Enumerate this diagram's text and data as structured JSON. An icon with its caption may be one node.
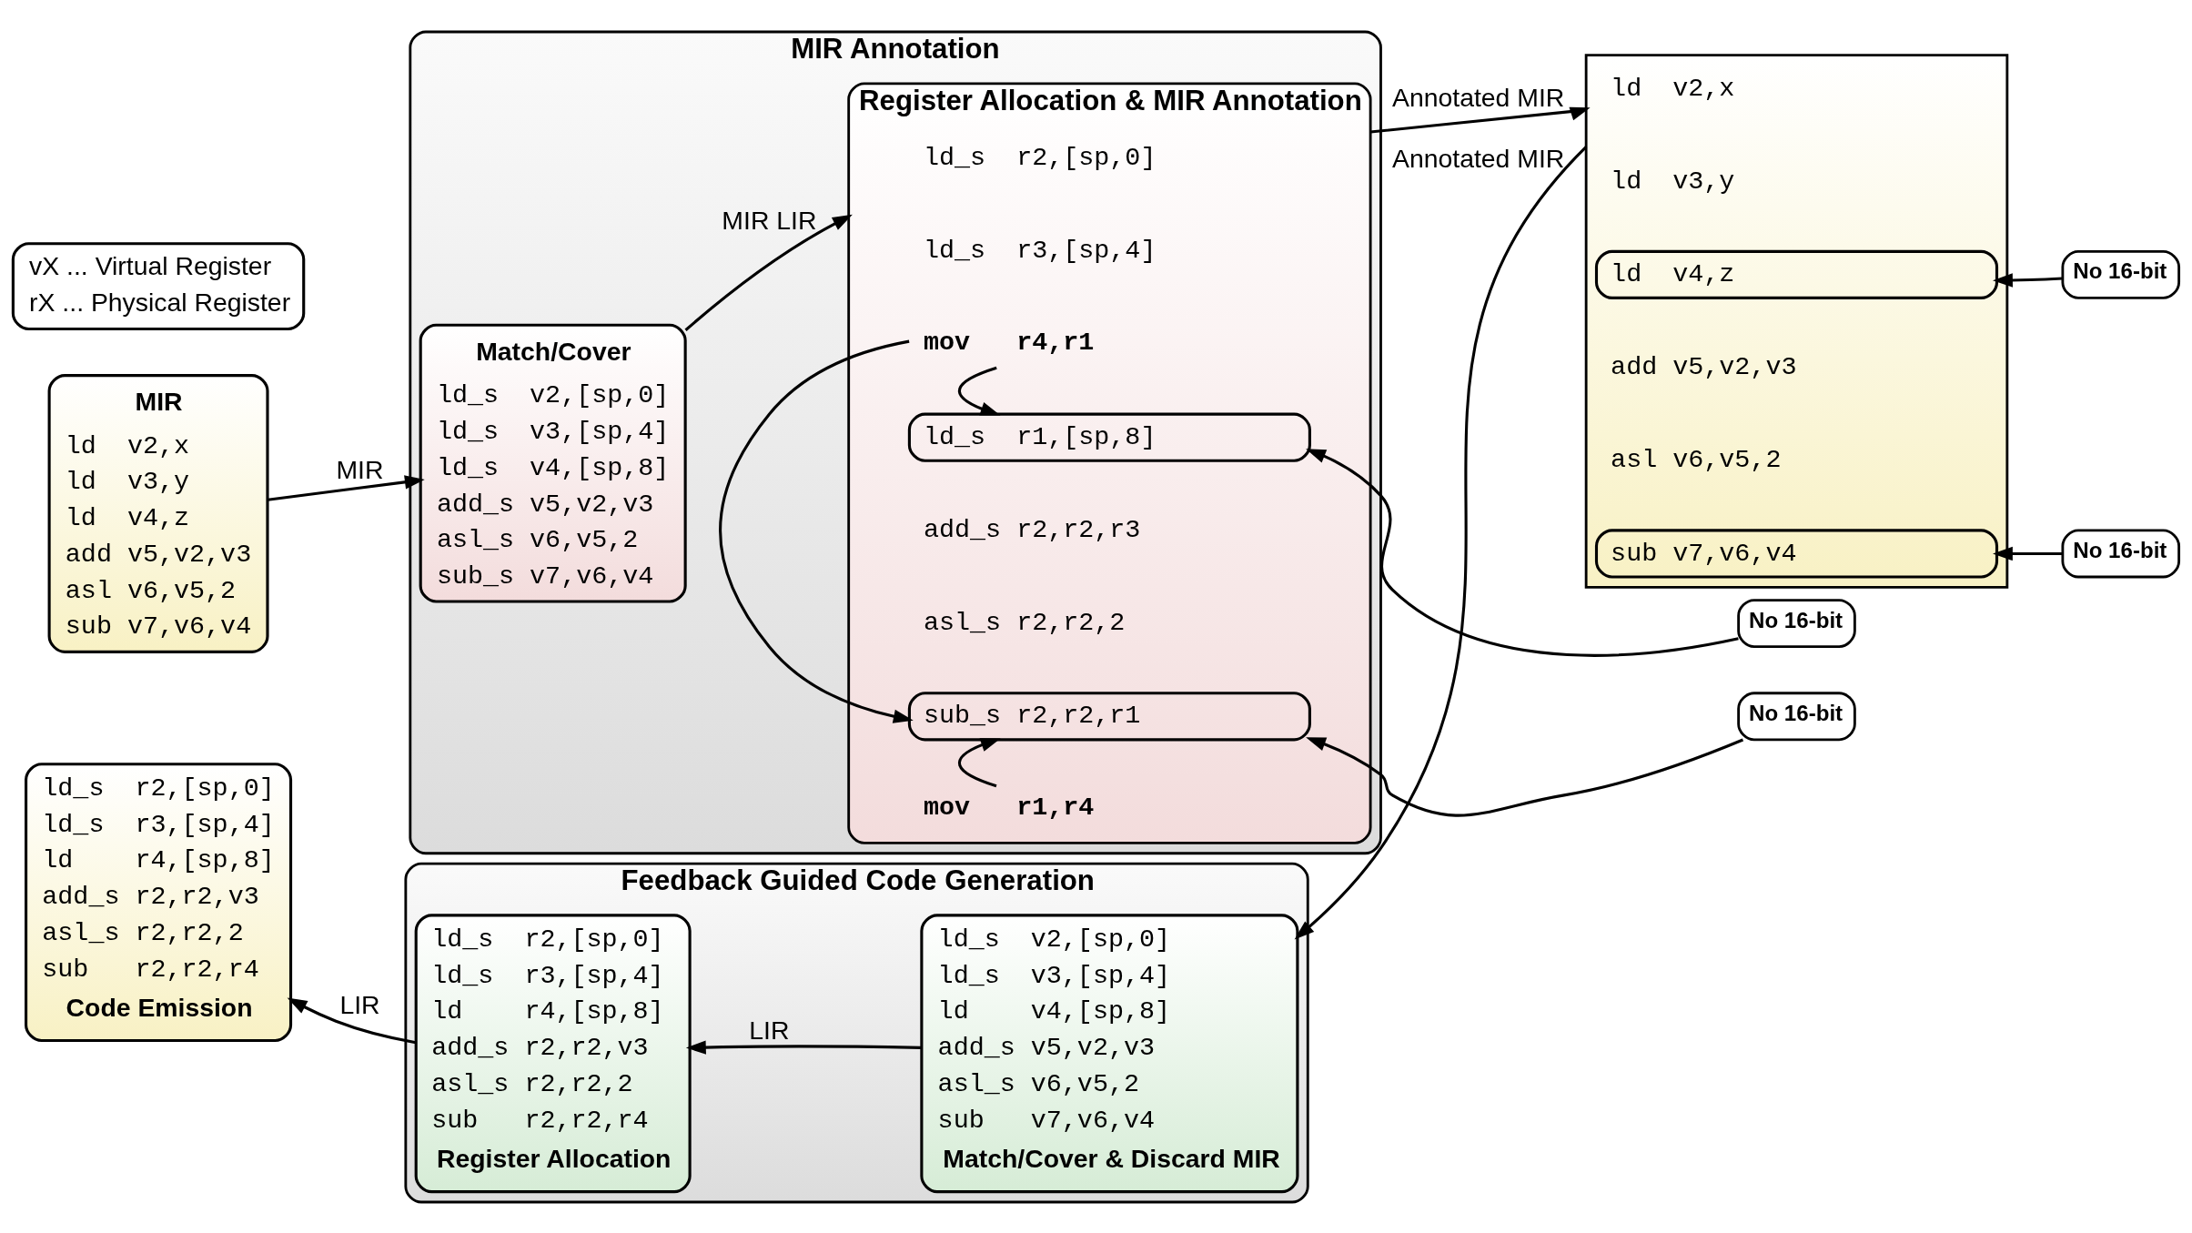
{
  "diagram": {
    "nodes": [
      {
        "text": [
          "vX ... Virtual Register",
          "rX ... Physical Register"
        ]
      },
      {
        "text": [
          "MIR",
          "ld  v2,x",
          "ld  v3,y",
          "ld  v4,z",
          "add v5,v2,v3",
          "asl v6,v5,2",
          "sub v7,v6,v4"
        ]
      },
      {
        "text": [
          "MIR Annotation"
        ]
      },
      {
        "text": [
          "Match/Cover",
          "ld_s  v2,[sp,0]",
          "ld_s  v3,[sp,4]",
          "ld_s  v4,[sp,8]",
          "add_s v5,v2,v3",
          "asl_s v6,v5,2",
          "sub_s v7,v6,v4"
        ],
        "in": 2
      },
      {
        "text": [
          "Register Allocation & MIR Annotation"
        ],
        "in": 2
      },
      {
        "text": [
          "ld_s  r2,[sp,0]"
        ],
        "in": 4
      },
      {
        "text": [
          "ld_s  r3,[sp,4]"
        ],
        "in": 4
      },
      {
        "text": [
          "mov   r4,r1"
        ],
        "in": 4
      },
      {
        "text": [
          "ld_s  r1,[sp,8]"
        ],
        "in": 4
      },
      {
        "text": [
          "add_s r2,r2,r3"
        ],
        "in": 4
      },
      {
        "text": [
          "asl_s r2,r2,2"
        ],
        "in": 4
      },
      {
        "text": [
          "sub_s r2,r2,r1"
        ],
        "in": 4
      },
      {
        "text": [
          "mov   r1,r4"
        ],
        "in": 4
      },
      {
        "text": [
          "No 16-bit"
        ]
      },
      {
        "text": [
          "No 16-bit"
        ]
      },
      {
        "text": [],
        "shape": "box"
      },
      {
        "text": [
          "ld  v2,x"
        ],
        "in": 15
      },
      {
        "text": [
          "ld  v3,y"
        ],
        "in": 15
      },
      {
        "text": [
          "ld  v4,z"
        ],
        "in": 15
      },
      {
        "text": [
          "add v5,v2,v3"
        ],
        "in": 15
      },
      {
        "text": [
          "asl v6,v5,2"
        ],
        "in": 15
      },
      {
        "text": [
          "sub v7,v6,v4"
        ],
        "in": 15
      },
      {
        "text": [
          "No 16-bit"
        ]
      },
      {
        "text": [
          "No 16-bit"
        ]
      },
      {
        "text": [
          "ld_s  r2,[sp,0]",
          "ld_s  r3,[sp,4]",
          "ld    r4,[sp,8]",
          "add_s r2,r2,v3",
          "asl_s r2,r2,2",
          "sub   r2,r2,r4",
          "Code Emission"
        ]
      },
      {
        "text": [
          "Feedback Guided Code Generation"
        ]
      },
      {
        "text": [
          "ld_s  r2,[sp,0]",
          "ld_s  r3,[sp,4]",
          "ld    r4,[sp,8]",
          "add_s r2,r2,v3",
          "asl_s r2,r2,2",
          "sub   r2,r2,r4",
          "Register Allocation"
        ],
        "in": 25
      },
      {
        "text": [
          "ld_s  v2,[sp,0]",
          "ld_s  v3,[sp,4]",
          "ld    v4,[sp,8]",
          "add_s v5,v2,v3",
          "asl_s v6,v5,2",
          "sub   v7,v6,v4",
          "Match/Cover & Discard MIR"
        ],
        "in": 25
      }
    ],
    "edges": [
      {
        "from": 1,
        "to": 3,
        "arrow": "to",
        "label": "MIR"
      },
      {
        "from": 3,
        "to": 4,
        "arrow": "to",
        "label": "MIR LIR"
      },
      {
        "from": 4,
        "to": 15,
        "arrow": "to",
        "label": "Annotated MIR"
      },
      {
        "from": 7,
        "to": 8,
        "arrow": "to"
      },
      {
        "from": 7,
        "to": 11,
        "arrow": "to"
      },
      {
        "from": 12,
        "to": 11,
        "arrow": "to"
      },
      {
        "from": 13,
        "to": 8,
        "arrow": "to"
      },
      {
        "from": 14,
        "to": 11,
        "arrow": "to"
      },
      {
        "from": 15,
        "to": 27,
        "arrow": "to",
        "label": "Annotated MIR"
      },
      {
        "from": 22,
        "to": 18,
        "arrow": "to"
      },
      {
        "from": 23,
        "to": 21,
        "arrow": "to"
      },
      {
        "from": 27,
        "to": 26,
        "arrow": "to",
        "label": "LIR"
      },
      {
        "from": 26,
        "to": 24,
        "arrow": "to",
        "label": "LIR"
      }
    ]
  }
}
